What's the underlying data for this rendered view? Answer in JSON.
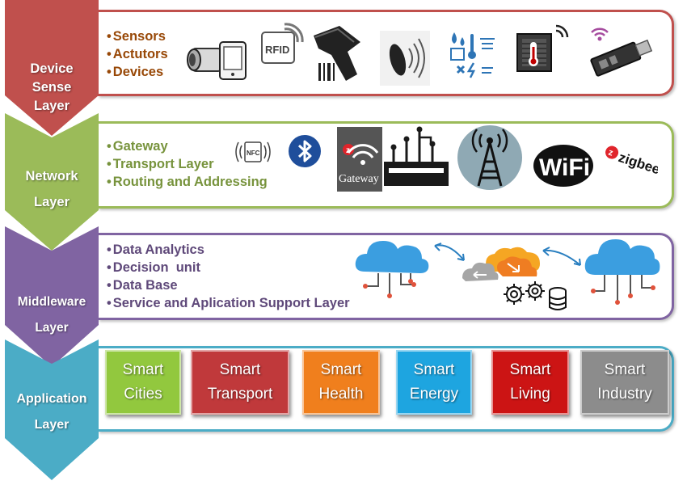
{
  "layers": [
    {
      "title_lines": [
        "Device",
        "Sense",
        "Layer"
      ],
      "color": "#c0504d",
      "items": [
        "Sensors",
        "Actutors",
        "Devices"
      ],
      "item_color": "#984807",
      "icons": [
        "camcorder-icon",
        "rfid-icon",
        "barcode-scanner-icon",
        "rfid-tag-icon",
        "environment-sensors-icon",
        "temperature-sensor-icon",
        "usb-wifi-dongle-icon"
      ],
      "icon_texts": {
        "rfid": "RFID"
      }
    },
    {
      "title_lines": [
        "Network",
        "Layer"
      ],
      "color": "#9bbb59",
      "items": [
        "Gateway",
        "Transport Layer",
        "Routing and Addressing"
      ],
      "item_color": "#77933c",
      "icons": [
        "nfc-icon",
        "bluetooth-icon",
        "gateway-icon",
        "network-hub-icon",
        "cell-tower-icon",
        "wifi-icon",
        "zigbee-icon"
      ],
      "icon_texts": {
        "nfc": "NFC",
        "gateway": "Gateway",
        "wifi": "WiFi",
        "zigbee": "zigbee"
      }
    },
    {
      "title_lines": [
        "Middleware",
        "Layer"
      ],
      "color": "#8064a2",
      "items": [
        "Data Analytics",
        "Decision  unit",
        "Data Base",
        "Service and Aplication Support Layer"
      ],
      "item_color": "#5f497a",
      "icons": [
        "cloud-left-icon",
        "sync-arrow-icon",
        "cloud-exchange-icon",
        "gears-database-icon",
        "sync-arrow-icon",
        "cloud-right-icon"
      ]
    },
    {
      "title_lines": [
        "Application",
        "Layer"
      ],
      "color": "#4bacc6",
      "apps": [
        {
          "line1": "Smart",
          "line2": "Cities",
          "color": "#92c83e"
        },
        {
          "line1": "Smart",
          "line2": "Transport",
          "color": "#c0393b"
        },
        {
          "line1": "Smart",
          "line2": "Health",
          "color": "#f07f1d"
        },
        {
          "line1": "Smart",
          "line2": "Energy",
          "color": "#1ea5e0"
        },
        {
          "line1": "Smart",
          "line2": "Living",
          "color": "#cc1414"
        },
        {
          "line1": "Smart",
          "line2": "Industry",
          "color": "#8c8c8c"
        }
      ]
    }
  ]
}
